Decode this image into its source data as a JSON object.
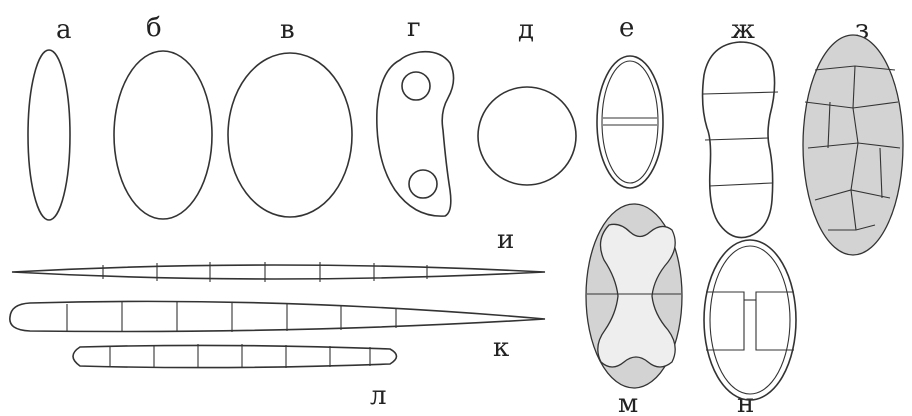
{
  "labels": {
    "a": "а",
    "b": "б",
    "v": "в",
    "g": "г",
    "d": "д",
    "e": "е",
    "zh": "ж",
    "z": "з",
    "i": "и",
    "k": "к",
    "l": "л",
    "m": "м",
    "n": "н"
  }
}
